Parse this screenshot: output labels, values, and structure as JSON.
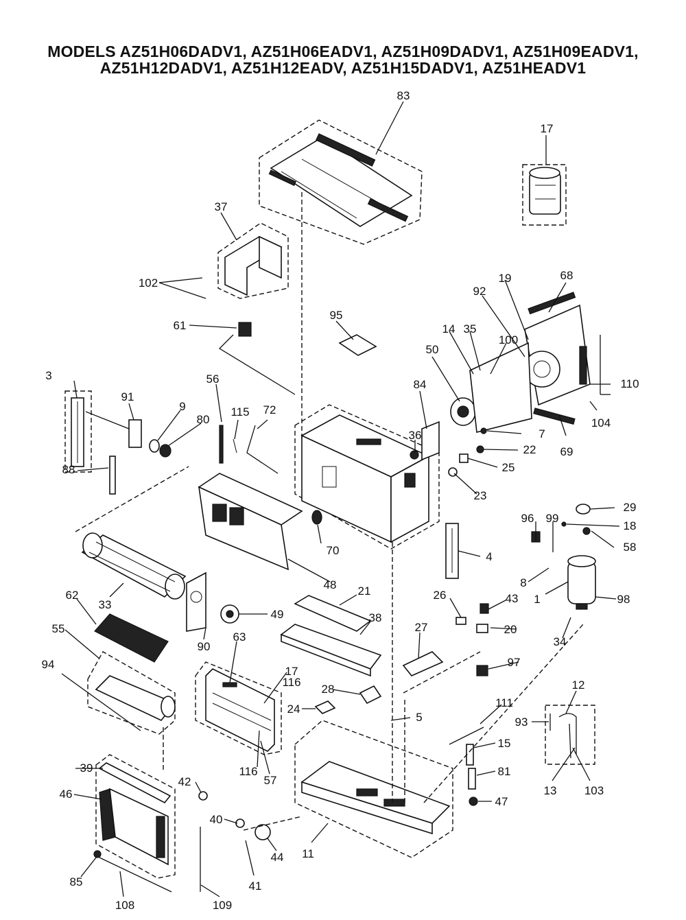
{
  "header": {
    "models_line1": "MODELS AZ51H06DADV1, AZ51H06EADV1, AZ51H09DADV1, AZ51H09EADV1,",
    "models_line2": "AZ51H12DADV1, AZ51H12EADV, AZ51H15DADV1, AZ51HEADV1"
  },
  "callouts": {
    "p1": "1",
    "p3": "3",
    "p4": "4",
    "p5": "5",
    "p7": "7",
    "p8": "8",
    "p9": "9",
    "p11": "11",
    "p12": "12",
    "p13": "13",
    "p14": "14",
    "p15": "15",
    "p17": "17",
    "p17b": "17",
    "p18": "18",
    "p19": "19",
    "p20": "20",
    "p21": "21",
    "p22": "22",
    "p23": "23",
    "p24": "24",
    "p25": "25",
    "p26": "26",
    "p27": "27",
    "p28": "28",
    "p29": "29",
    "p33": "33",
    "p34": "34",
    "p35": "35",
    "p36": "36",
    "p37": "37",
    "p38": "38",
    "p39": "39",
    "p40": "40",
    "p41": "41",
    "p42": "42",
    "p43": "43",
    "p44": "44",
    "p46": "46",
    "p47": "47",
    "p48": "48",
    "p49": "49",
    "p50": "50",
    "p55": "55",
    "p56": "56",
    "p57": "57",
    "p58": "58",
    "p61": "61",
    "p62": "62",
    "p63": "63",
    "p68": "68",
    "p69": "69",
    "p70": "70",
    "p72": "72",
    "p80": "80",
    "p81": "81",
    "p83": "83",
    "p84": "84",
    "p85": "85",
    "p88": "88",
    "p90": "90",
    "p91": "91",
    "p92": "92",
    "p93": "93",
    "p94": "94",
    "p95": "95",
    "p96": "96",
    "p97": "97",
    "p98": "98",
    "p99": "99",
    "p100": "100",
    "p102": "102",
    "p103": "103",
    "p104": "104",
    "p108": "108",
    "p109": "109",
    "p110": "110",
    "p111": "111",
    "p115": "115",
    "p116": "116",
    "p116b": "116"
  }
}
